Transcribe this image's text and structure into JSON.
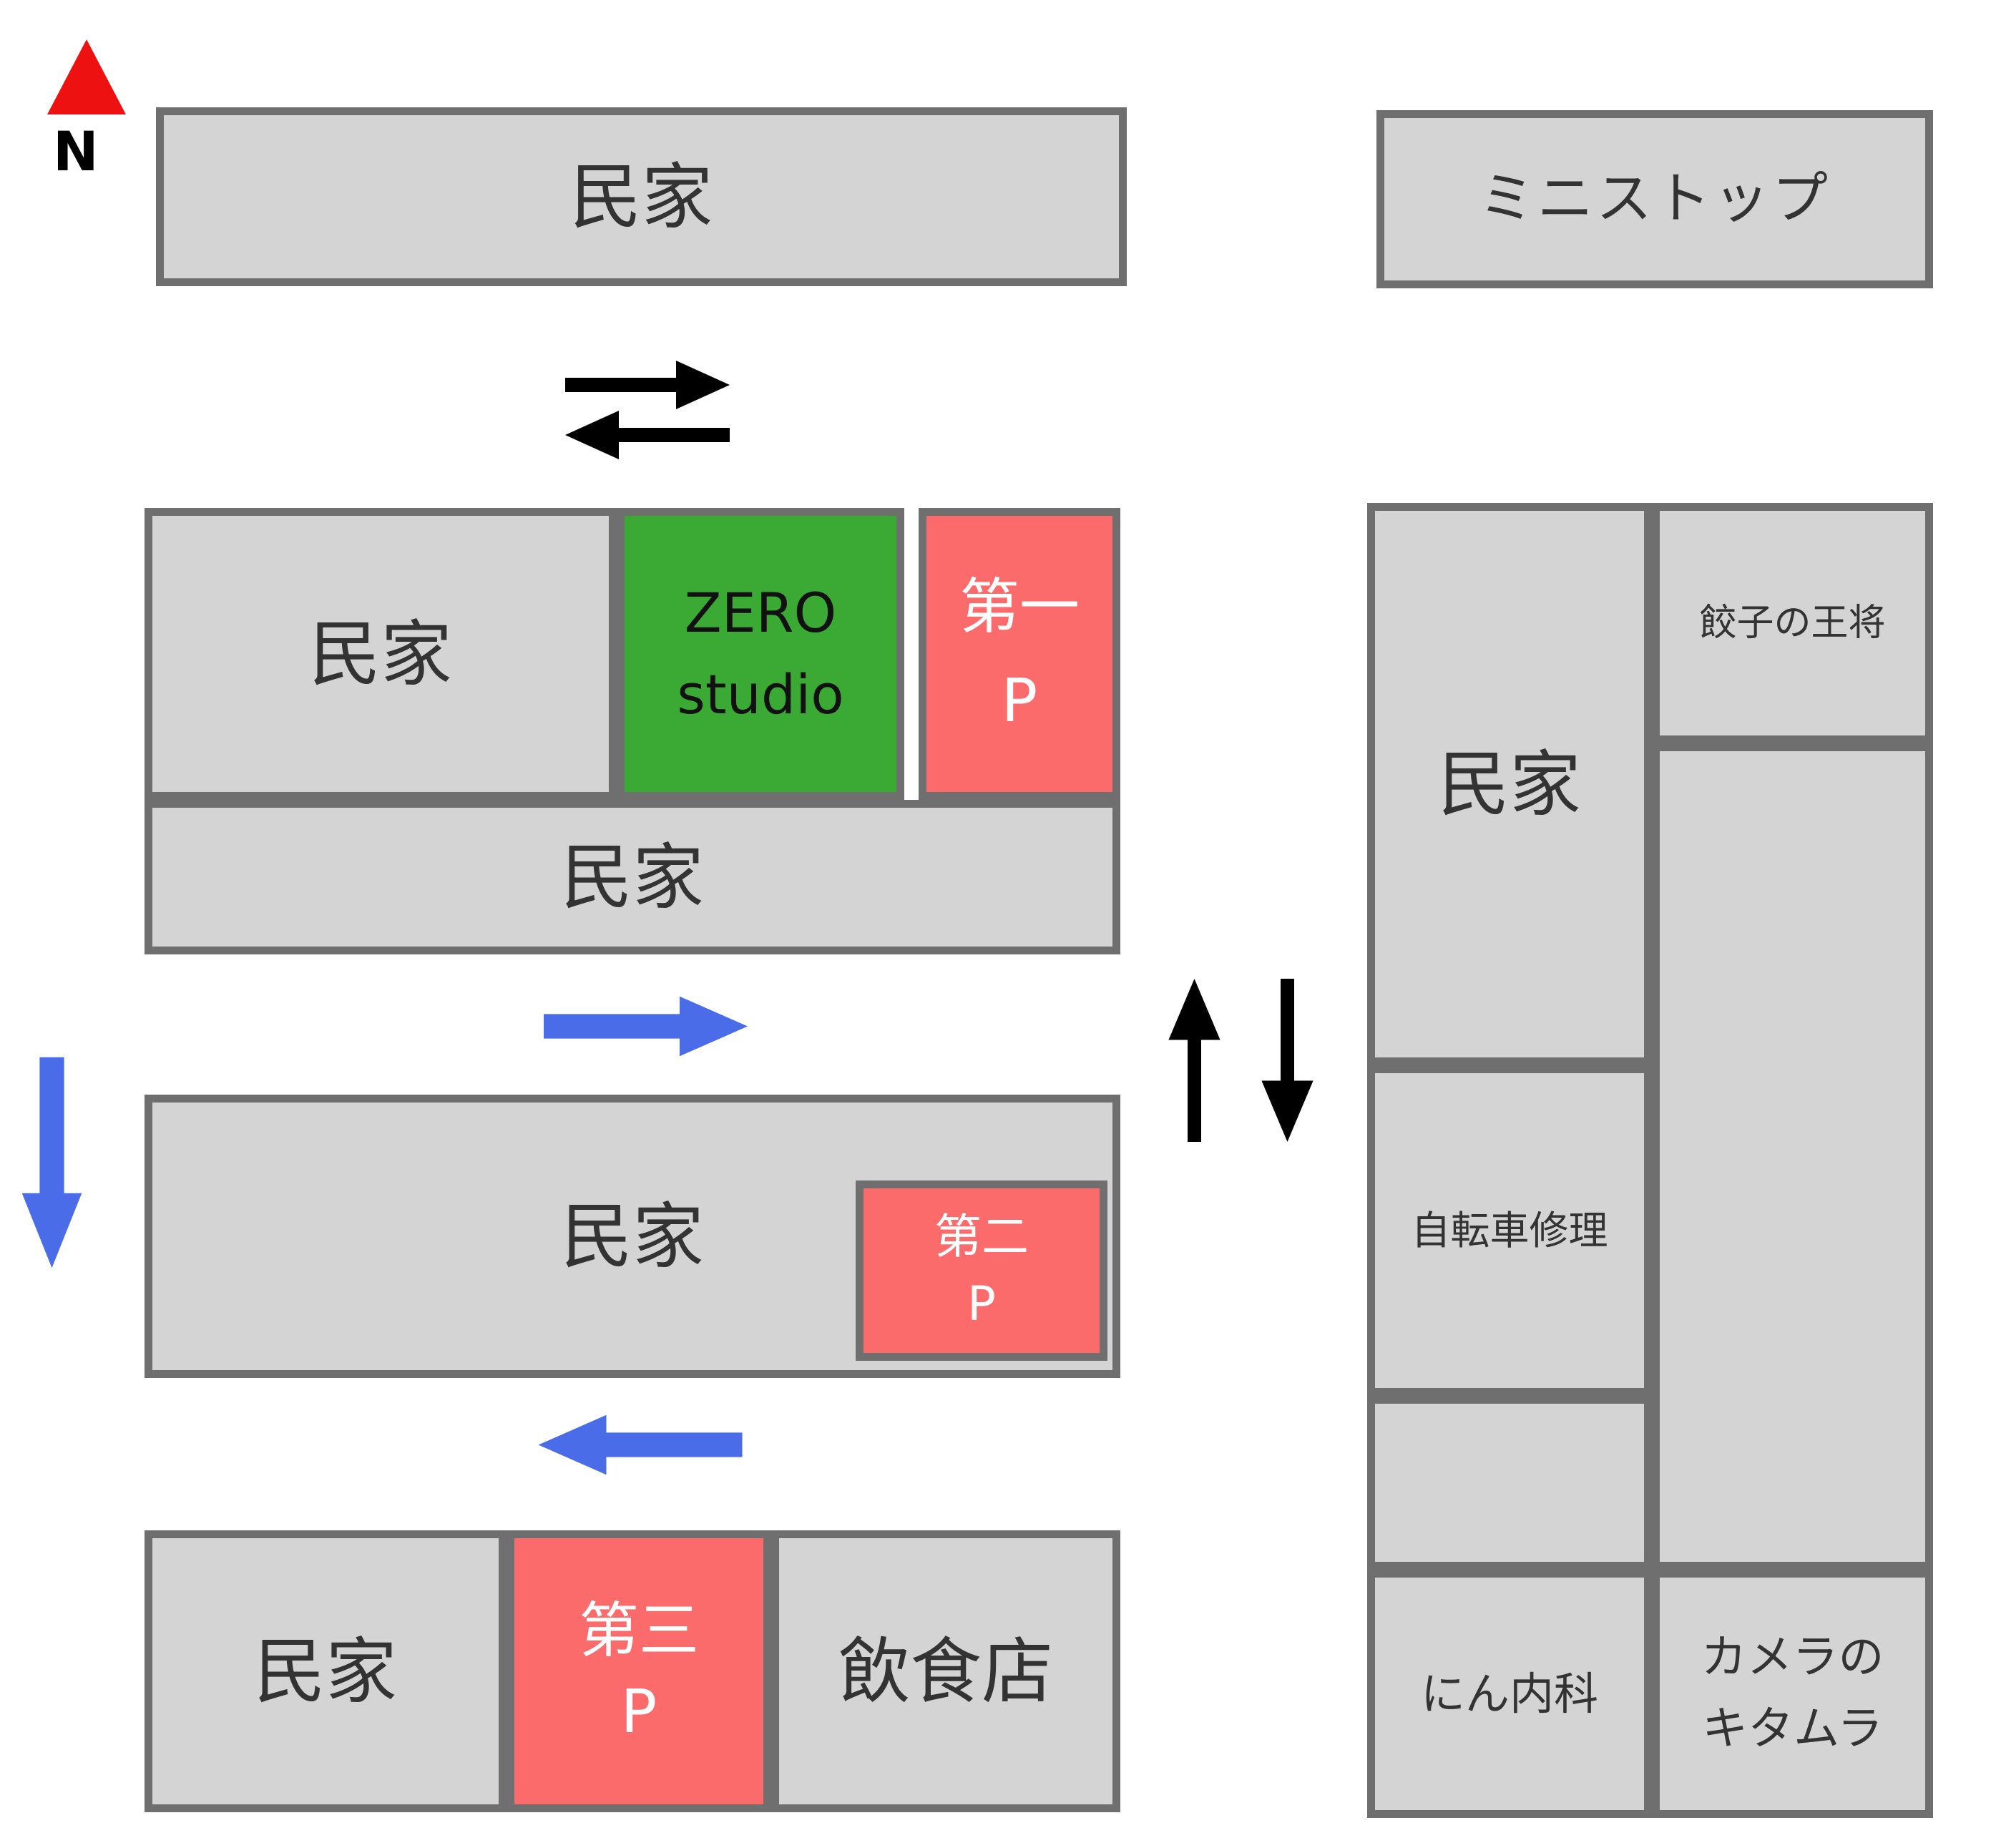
{
  "compass": {
    "label": "N"
  },
  "top_row": {
    "house": "民家",
    "ministop": "ミニストップ"
  },
  "block_a": {
    "house_upper": "民家",
    "zero_studio": {
      "line1": "ZERO",
      "line2": "studio"
    },
    "parking1": {
      "name": "第一",
      "p": "P"
    },
    "house_lower": "民家"
  },
  "block_b": {
    "house": "民家",
    "parking2": {
      "name": "第二",
      "p": "P"
    }
  },
  "block_c": {
    "house": "民家",
    "parking3": {
      "name": "第三",
      "p": "P"
    },
    "restaurant": "飲食店"
  },
  "right_column": {
    "house": "民家",
    "gyoza_ohsho": "餃子の王将",
    "bicycle_repair": "自転車修理",
    "nin_clinic": "にん内科",
    "camera_kitamura": {
      "line1": "カメラの",
      "line2": "キタムラ"
    }
  },
  "icons": {
    "north_arrow": "red triangle pointing north",
    "two_way_arrow_black": "⇄",
    "arrow_right_blue": "→",
    "arrow_down_blue": "↓",
    "arrow_left_blue": "←",
    "arrow_up_black": "↑",
    "arrow_down_black": "↓"
  },
  "colors": {
    "box_fill": "#d4d4d4",
    "box_border": "#6f6f6f",
    "green": "#3aaa35",
    "red": "#fb6b6b",
    "arrow_blue": "#4a6ce8",
    "compass_red": "#ee1111",
    "arrow_black": "#000000",
    "text_dark": "#333333"
  }
}
